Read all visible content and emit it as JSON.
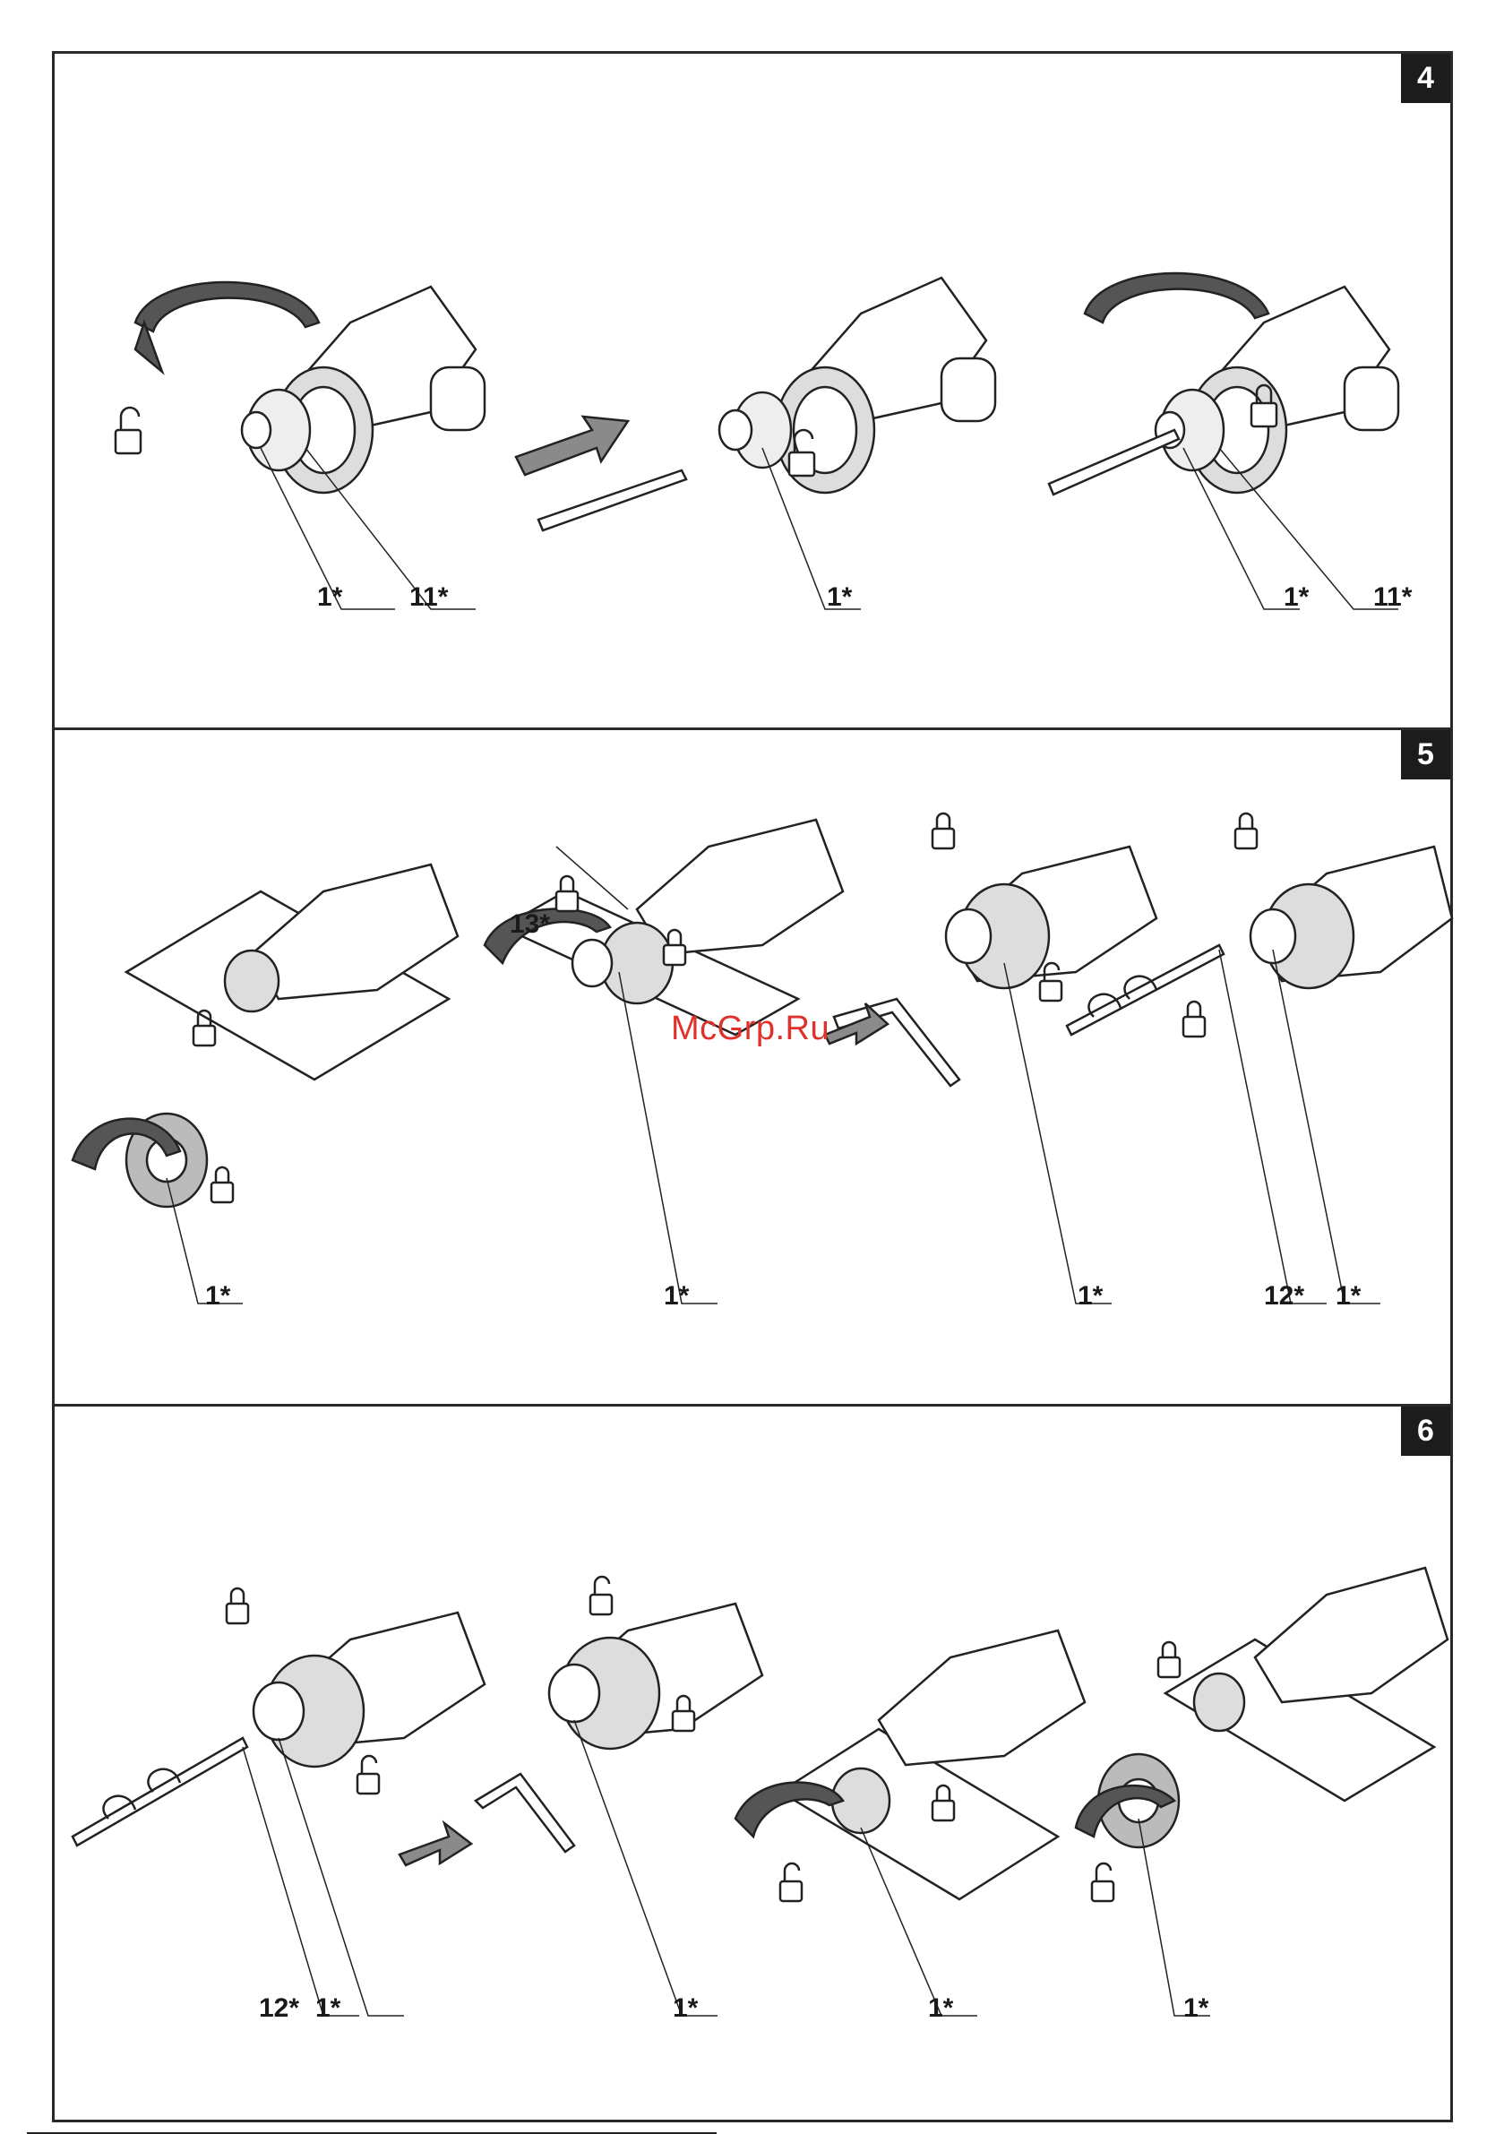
{
  "panels": [
    {
      "number": "4",
      "callouts": [
        "1*",
        "11*",
        "1*",
        "1*",
        "11*"
      ]
    },
    {
      "number": "5",
      "callouts": [
        "1*",
        "13*",
        "1*",
        "1*",
        "12*",
        "1*"
      ]
    },
    {
      "number": "6",
      "callouts": [
        "12*",
        "1*",
        "1*",
        "1*",
        "1*"
      ]
    }
  ],
  "watermark": "McGrp.Ru",
  "colors": {
    "border": "#2a2a2a",
    "badge": "#1c1c1c",
    "watermark": "#e0322c",
    "arrow": "#8a8a8a"
  }
}
